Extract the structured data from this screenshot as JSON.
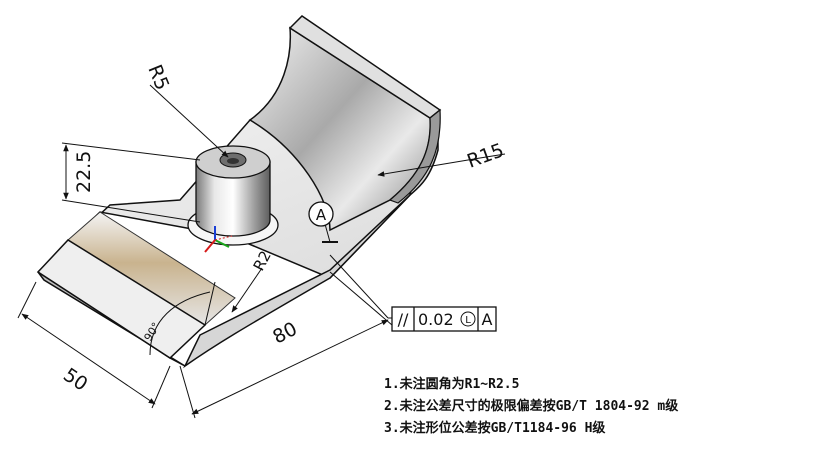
{
  "dimensions": {
    "r5": "R5",
    "r15": "R15",
    "r2": "R2",
    "height": "22.5",
    "length": "80",
    "width": "50",
    "angle_mark": "90°"
  },
  "datum": {
    "label": "A"
  },
  "tolerance_frame": {
    "symbol": "//",
    "value": "0.02",
    "modifier": "L",
    "datum": "A"
  },
  "notes": [
    "1.未注圆角为R1~R2.5",
    "2.未注公差尺寸的极限偏差按GB/T 1804-92 m级",
    "3.未注形位公差按GB/T1184-96 H级"
  ],
  "colors": {
    "line": "#111111",
    "part_light": "#eeeeee",
    "part_mid": "#c8c8c8",
    "part_dark": "#8c8c8c",
    "accent_tan": "#c9b38e"
  }
}
